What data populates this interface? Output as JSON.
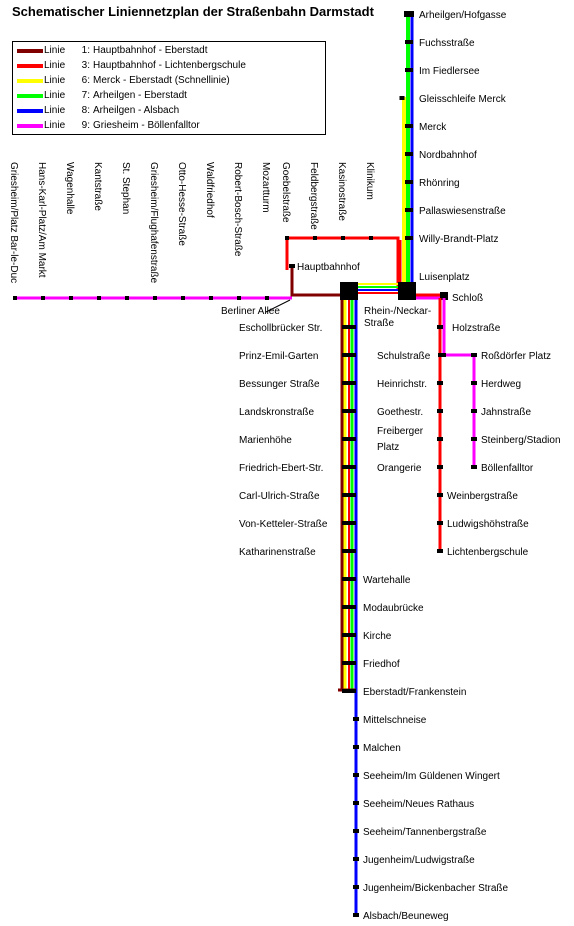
{
  "title": "Schematischer Liniennetzplan der Straßenbahn Darmstadt",
  "colors": {
    "line1": "#800000",
    "line3": "#ff0000",
    "line6": "#ffff00",
    "line7": "#00ff00",
    "line8": "#0000ff",
    "line9": "#ff00ff",
    "track": "#000000"
  },
  "legend": [
    {
      "word": "Linie",
      "number": "1:",
      "route": "Hauptbahnhof - Eberstadt",
      "color": "#800000"
    },
    {
      "word": "Linie",
      "number": "3:",
      "route": "Hauptbahnhof - Lichtenbergschule",
      "color": "#ff0000"
    },
    {
      "word": "Linie",
      "number": "6:",
      "route": "Merck - Eberstadt (Schnellinie)",
      "color": "#ffff00"
    },
    {
      "word": "Linie",
      "number": "7:",
      "route": "Arheilgen - Eberstadt",
      "color": "#00ff00"
    },
    {
      "word": "Linie",
      "number": "8:",
      "route": "Arheilgen - Alsbach",
      "color": "#0000ff"
    },
    {
      "word": "Linie",
      "number": "9:",
      "route": "Griesheim - Böllenfalltor",
      "color": "#ff00ff"
    }
  ],
  "stations": {
    "north": [
      "Arheilgen/Hofgasse",
      "Fuchsstraße",
      "Im Fiedlersee",
      "Gleisschleife Merck",
      "Merck",
      "Nordbahnhof",
      "Rhönring",
      "Pallaswiesenstraße",
      "Willy-Brandt-Platz",
      "Luisenplatz"
    ],
    "west": [
      "Griesheim/Platz Bar-le-Duc",
      "Hans-Karl-Platz/Am Markt",
      "Wagenhalle",
      "Kantstraße",
      "St. Stephan",
      "Griesheim/Flughafenstraße",
      "Otto-Hesse-Straße",
      "Waldfriedhof",
      "Robert-Bosch-Straße",
      "Mozartturm"
    ],
    "west_left_label": "Berliner Allee",
    "hbf_branch": [
      "Goebelstraße",
      "Feldbergstraße",
      "Kasinostraße",
      "Klinikum"
    ],
    "hauptbahnhof": "Hauptbahnhof",
    "junction": "Rhein-/Neckar-Straße",
    "south_left": [
      "Eschollbrücker Str.",
      "Prinz-Emil-Garten",
      "Bessunger Straße",
      "Landskronstraße",
      "Marienhöhe",
      "Friedrich-Ebert-Str.",
      "Carl-Ulrich-Straße",
      "Von-Ketteler-Straße",
      "Katharinenstraße"
    ],
    "south_right": [
      "Wartehalle",
      "Modaubrücke",
      "Kirche",
      "Friedhof",
      "Eberstadt/Frankenstein"
    ],
    "line8_south": [
      "Mittelschneise",
      "Malchen",
      "Seeheim/Im Güldenen Wingert",
      "Seeheim/Neues Rathaus",
      "Seeheim/Tannenbergstraße",
      "Jugenheim/Ludwigstraße",
      "Jugenheim/Bickenbacher Straße",
      "Alsbach/Beuneweg"
    ],
    "schloss": "Schloß",
    "line3_south": [
      "Holzstraße",
      "Schulstraße",
      "Heinrichstr.",
      "Goethestr.",
      "Freiberger Platz",
      "Orangerie",
      "Weinbergstraße",
      "Ludwigshöhstraße",
      "Lichtenbergschule"
    ],
    "line9_east": [
      "Roßdörfer Platz",
      "Herdweg",
      "Jahnstraße",
      "Steinberg/Stadion",
      "Böllenfalltor"
    ]
  }
}
